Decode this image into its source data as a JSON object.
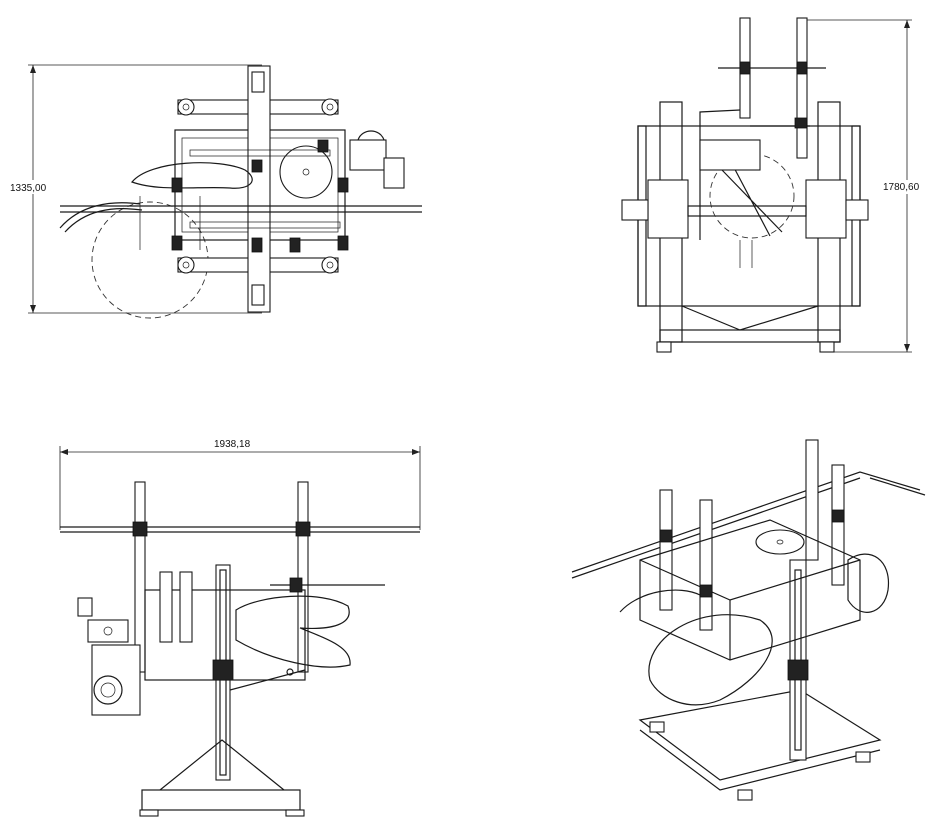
{
  "dimensions": {
    "top_view_height": "1335,00",
    "side_view_height": "1780,60",
    "front_view_width": "1938,18"
  },
  "colors": {
    "line": "#1a1a1a",
    "background": "#ffffff"
  }
}
